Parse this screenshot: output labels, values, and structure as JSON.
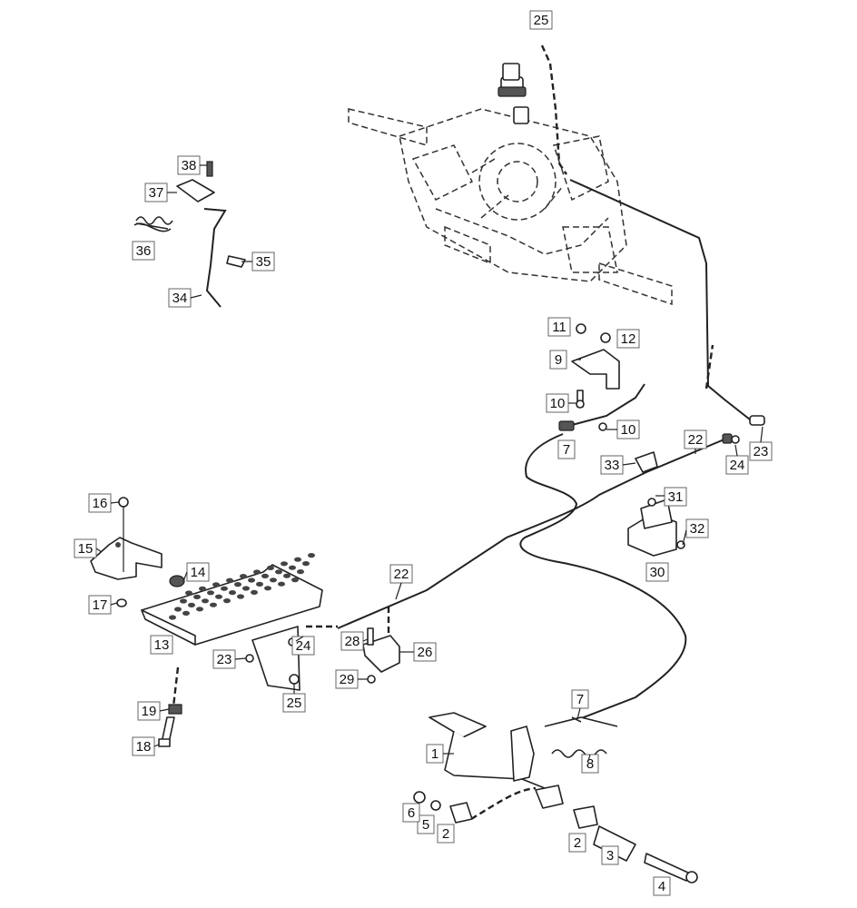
{
  "callouts": [
    {
      "n": "1"
    },
    {
      "n": "2"
    },
    {
      "n": "2"
    },
    {
      "n": "3"
    },
    {
      "n": "4"
    },
    {
      "n": "5"
    },
    {
      "n": "6"
    },
    {
      "n": "7"
    },
    {
      "n": "7"
    },
    {
      "n": "8"
    },
    {
      "n": "9"
    },
    {
      "n": "10"
    },
    {
      "n": "10"
    },
    {
      "n": "11"
    },
    {
      "n": "12"
    },
    {
      "n": "13"
    },
    {
      "n": "14"
    },
    {
      "n": "15"
    },
    {
      "n": "16"
    },
    {
      "n": "17"
    },
    {
      "n": "18"
    },
    {
      "n": "19"
    },
    {
      "n": "22"
    },
    {
      "n": "22"
    },
    {
      "n": "23"
    },
    {
      "n": "23"
    },
    {
      "n": "24"
    },
    {
      "n": "24"
    },
    {
      "n": "25"
    },
    {
      "n": "25"
    },
    {
      "n": "26"
    },
    {
      "n": "28"
    },
    {
      "n": "29"
    },
    {
      "n": "30"
    },
    {
      "n": "31"
    },
    {
      "n": "32"
    },
    {
      "n": "33"
    },
    {
      "n": "34"
    },
    {
      "n": "35"
    },
    {
      "n": "36"
    },
    {
      "n": "37"
    },
    {
      "n": "38"
    }
  ]
}
